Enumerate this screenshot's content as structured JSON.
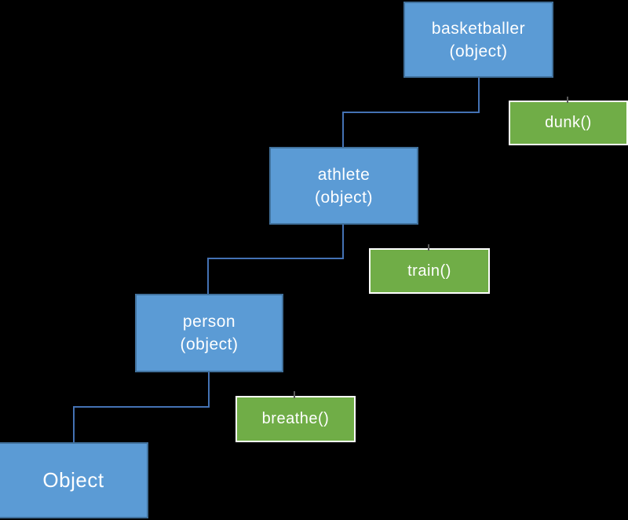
{
  "colors": {
    "background": "#000000",
    "class_fill": "#5B9BD5",
    "class_border": "#41719C",
    "method_fill": "#70AD47",
    "method_border": "#FFFFFF",
    "connector": "#4472B4",
    "text": "#FFFFFF"
  },
  "diagram": {
    "type": "inheritance-hierarchy",
    "classes": [
      {
        "name": "basketballer",
        "line1": "basketballer",
        "line2": "(object)"
      },
      {
        "name": "athlete",
        "line1": "athlete",
        "line2": "(object)"
      },
      {
        "name": "person",
        "line1": "person",
        "line2": "(object)"
      },
      {
        "name": "Object",
        "line1": "Object",
        "line2": ""
      }
    ],
    "methods": [
      {
        "name": "dunk",
        "label": "dunk()"
      },
      {
        "name": "train",
        "label": "train()"
      },
      {
        "name": "breathe",
        "label": "breathe()"
      }
    ]
  }
}
